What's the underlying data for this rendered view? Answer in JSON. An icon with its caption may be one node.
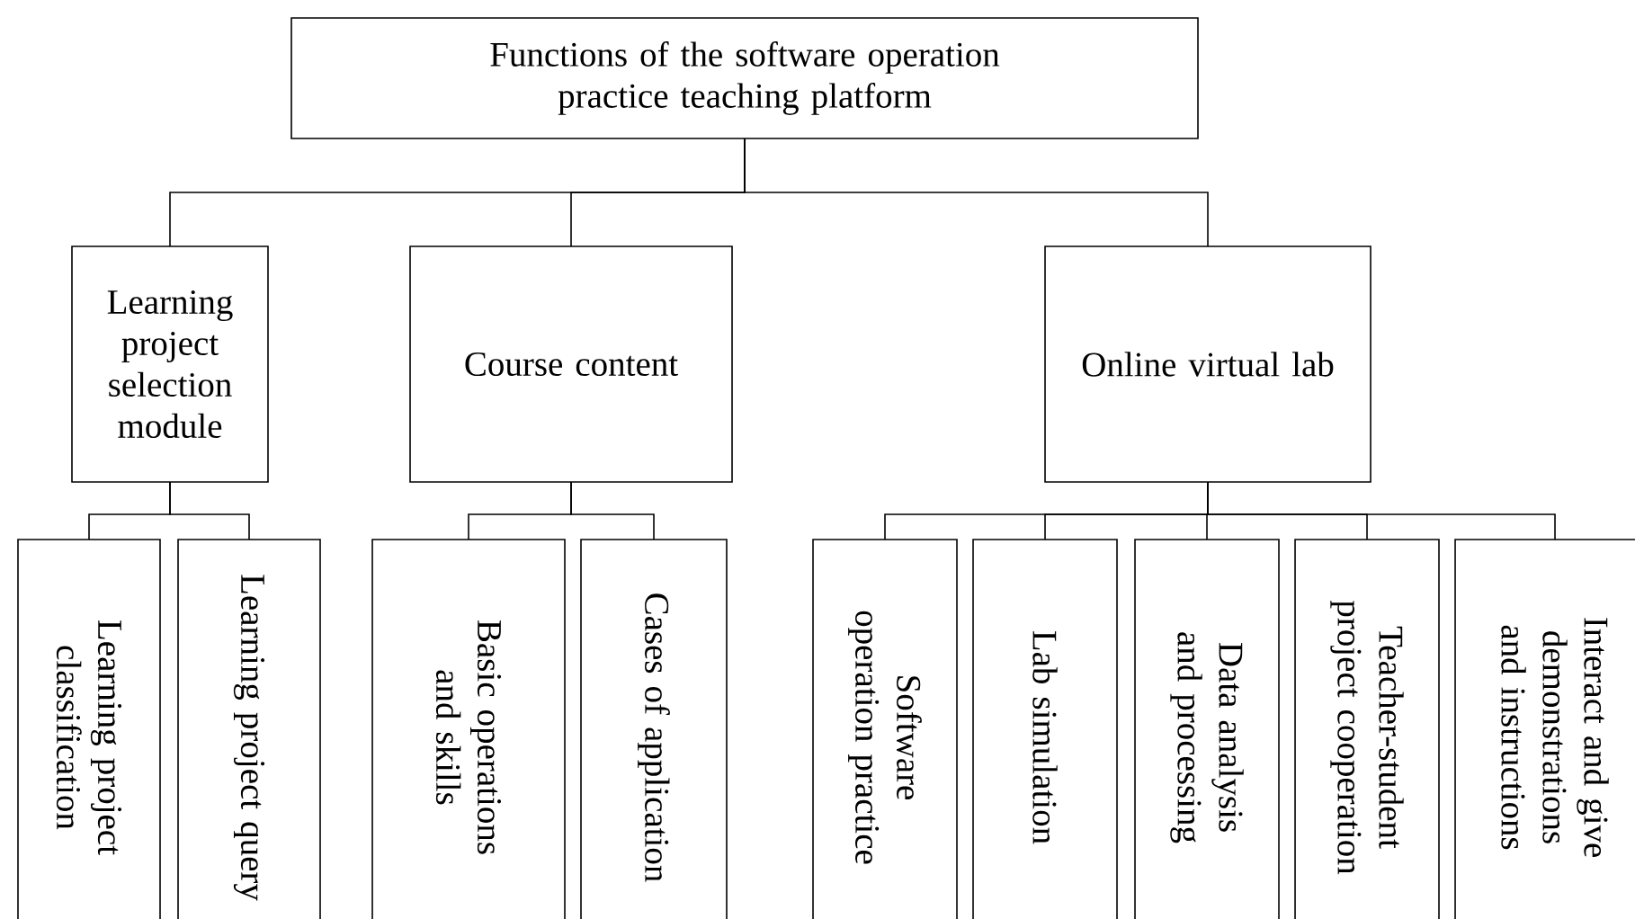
{
  "diagram": {
    "nodes": [
      {
        "text": [
          "Functions of the software operation practice teaching platform"
        ]
      },
      {
        "text": [
          "Learning project selection module"
        ]
      },
      {
        "text": [
          "Course content"
        ]
      },
      {
        "text": [
          "Online virtual lab"
        ]
      },
      {
        "text": [
          "Learning project classification"
        ]
      },
      {
        "text": [
          "Learning project query"
        ]
      },
      {
        "text": [
          "Basic operations and skills"
        ]
      },
      {
        "text": [
          "Cases of application"
        ]
      },
      {
        "text": [
          "Software operation practice"
        ]
      },
      {
        "text": [
          "Lab simulation"
        ]
      },
      {
        "text": [
          "Data analysis and processing"
        ]
      },
      {
        "text": [
          "Teacher-student project cooperation"
        ]
      },
      {
        "text": [
          "Interact and give demonstrations and instructions"
        ]
      }
    ],
    "edges": [
      {
        "from": 0,
        "to": 1,
        "arrow": "none"
      },
      {
        "from": 0,
        "to": 2,
        "arrow": "none"
      },
      {
        "from": 0,
        "to": 3,
        "arrow": "none"
      },
      {
        "from": 1,
        "to": 4,
        "arrow": "none"
      },
      {
        "from": 1,
        "to": 5,
        "arrow": "none"
      },
      {
        "from": 2,
        "to": 6,
        "arrow": "none"
      },
      {
        "from": 2,
        "to": 7,
        "arrow": "none"
      },
      {
        "from": 3,
        "to": 8,
        "arrow": "none"
      },
      {
        "from": 3,
        "to": 9,
        "arrow": "none"
      },
      {
        "from": 3,
        "to": 10,
        "arrow": "none"
      },
      {
        "from": 3,
        "to": 11,
        "arrow": "none"
      },
      {
        "from": 3,
        "to": 12,
        "arrow": "none"
      }
    ]
  }
}
